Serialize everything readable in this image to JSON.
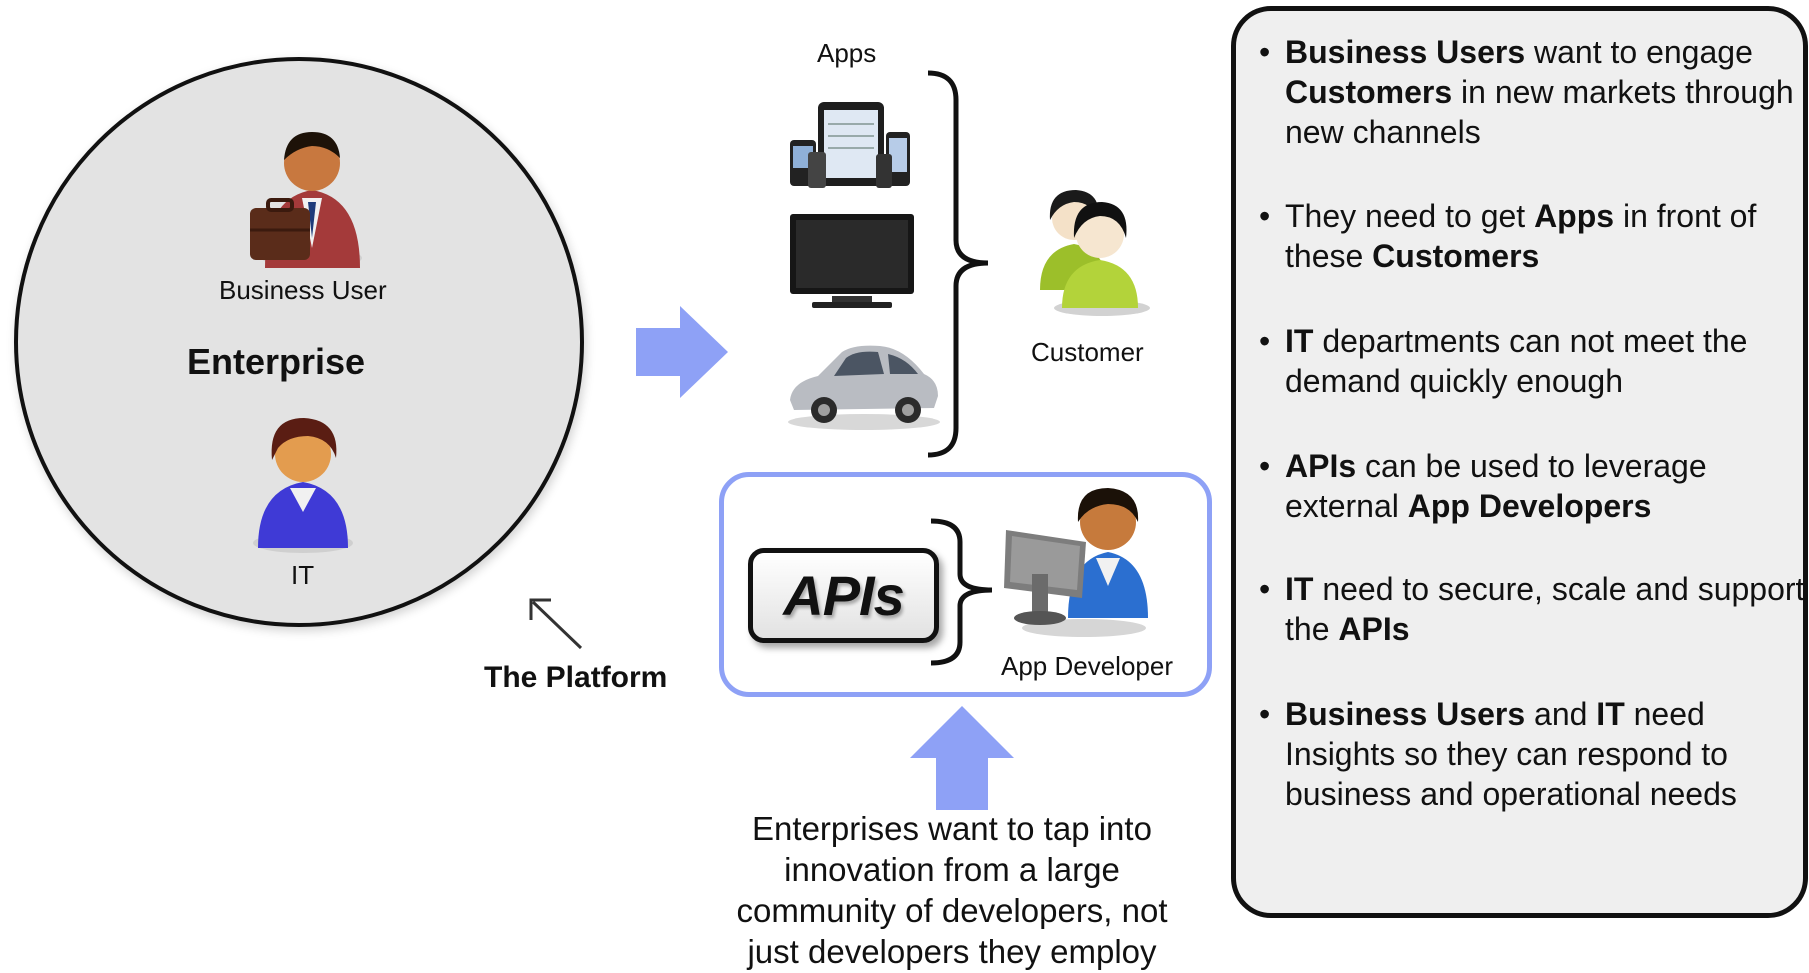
{
  "enterprise": {
    "title": "Enterprise",
    "business_user_label": "Business User",
    "it_label": "IT"
  },
  "platform": {
    "label": "The Platform"
  },
  "apps": {
    "label": "Apps",
    "items": [
      "mobile-devices-image",
      "television-image",
      "car-image"
    ]
  },
  "customer": {
    "label": "Customer"
  },
  "api_panel": {
    "apis_label": "APIs",
    "developer_label": "App Developer"
  },
  "community": {
    "lines": [
      "Enterprises want to tap into",
      "innovation from a large",
      "community of developers, not",
      "just developers they employ"
    ]
  },
  "bullets": [
    {
      "segments": [
        {
          "text": "Business Users",
          "bold": true
        },
        {
          "text": " want to engage ",
          "bold": false
        },
        {
          "text": "Customers",
          "bold": true
        },
        {
          "text": " in new markets through new channels",
          "bold": false
        }
      ]
    },
    {
      "segments": [
        {
          "text": "They need to get ",
          "bold": false
        },
        {
          "text": "Apps",
          "bold": true
        },
        {
          "text": " in front of these ",
          "bold": false
        },
        {
          "text": "Customers",
          "bold": true
        }
      ]
    },
    {
      "segments": [
        {
          "text": "IT",
          "bold": true
        },
        {
          "text": " departments can not meet the demand quickly enough",
          "bold": false
        }
      ]
    },
    {
      "segments": [
        {
          "text": "APIs",
          "bold": true
        },
        {
          "text": " can be used to leverage external ",
          "bold": false
        },
        {
          "text": "App Developers",
          "bold": true
        }
      ]
    },
    {
      "segments": [
        {
          "text": "IT",
          "bold": true
        },
        {
          "text": " need to secure, scale and support the ",
          "bold": false
        },
        {
          "text": "APIs",
          "bold": true
        }
      ]
    },
    {
      "segments": [
        {
          "text": "Business Users",
          "bold": true
        },
        {
          "text": " and ",
          "bold": false
        },
        {
          "text": "IT",
          "bold": true
        },
        {
          "text": " need Insights so they can respond to business and operational needs",
          "bold": false
        }
      ]
    }
  ],
  "colors": {
    "arrow": "#8ea1f6",
    "panel_border": "#8ea1f6",
    "circle_fill": "#e3e3e3",
    "info_fill": "#efefef"
  }
}
